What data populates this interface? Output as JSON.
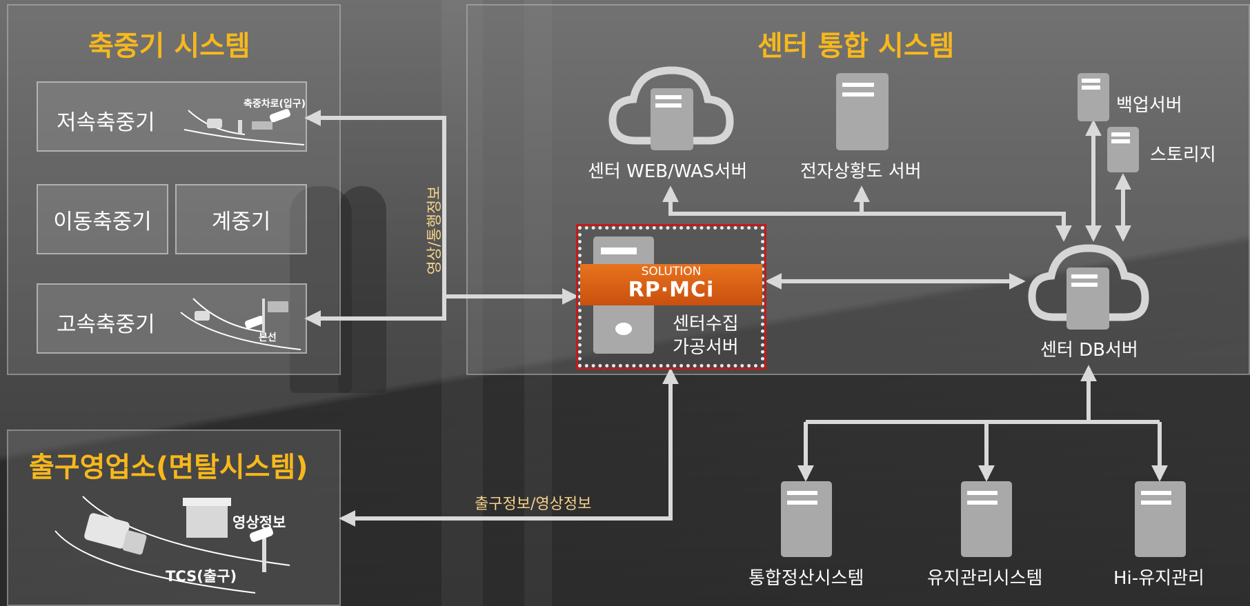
{
  "panels": {
    "weigh": {
      "title": "축중기 시스템"
    },
    "center": {
      "title": "센터 통합 시스템"
    },
    "exit": {
      "title": "출구영업소(면탈시스템)"
    }
  },
  "weigh_boxes": {
    "low": {
      "label": "저속축중기",
      "sub": "축중차로(입구)"
    },
    "mobile": {
      "label": "이동축중기"
    },
    "scale": {
      "label": "계중기"
    },
    "high": {
      "label": "고속축중기",
      "sub": "본선"
    }
  },
  "flows": {
    "video_pass": "영상/통행정보",
    "exit_video": "출구정보/영상정보"
  },
  "servers": {
    "web": "센터 WEB/WAS서버",
    "situation": "전자상황도 서버",
    "backup": "백업서버",
    "storage": "스토리지",
    "collect_line1": "센터수집",
    "collect_line2": "가공서버",
    "db": "센터 DB서버",
    "settle": "통합정산시스템",
    "maint": "유지관리시스템",
    "hi_maint": "Hi-유지관리"
  },
  "solution": {
    "tag": "SOLUTION",
    "logo": "RP·MCi"
  },
  "exit_scene": {
    "video_label": "영상정보",
    "tcs_label": "TCS(출구)"
  },
  "colors": {
    "accent": "#f7b81c",
    "orange": "#e06418",
    "arrow": "#d9d9d9",
    "highlight": "#c21b1b"
  }
}
